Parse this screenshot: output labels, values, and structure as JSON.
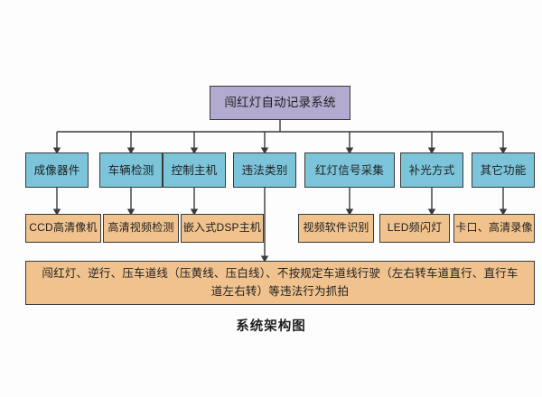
{
  "diagram": {
    "caption": "系统架构图",
    "colors": {
      "root_fill": "#b3abcf",
      "level1_fill": "#7cc4da",
      "level2_fill": "#f0c28e",
      "stroke": "#3a3a3a",
      "background": "#fdfdfd"
    },
    "root": {
      "label": "闯红灯自动记录系统"
    },
    "level1": [
      {
        "label": "成像器件"
      },
      {
        "label": "车辆检测"
      },
      {
        "label": "控制主机"
      },
      {
        "label": "违法类别"
      },
      {
        "label": "红灯信号采集"
      },
      {
        "label": "补光方式"
      },
      {
        "label": "其它功能"
      }
    ],
    "level2": [
      {
        "label": "CCD高清像机"
      },
      {
        "label": "高清视频检测"
      },
      {
        "label": "嵌入式DSP主机"
      },
      {
        "label": "视频软件识别"
      },
      {
        "label": "LED频闪灯"
      },
      {
        "label": "卡口、高清录像"
      }
    ],
    "detail_box": {
      "label": "闯红灯、逆行、压车道线（压黄线、压白线）、不按规定车道线行驶（左右转车道直行、直行车道左右转）等违法行为抓拍"
    }
  }
}
